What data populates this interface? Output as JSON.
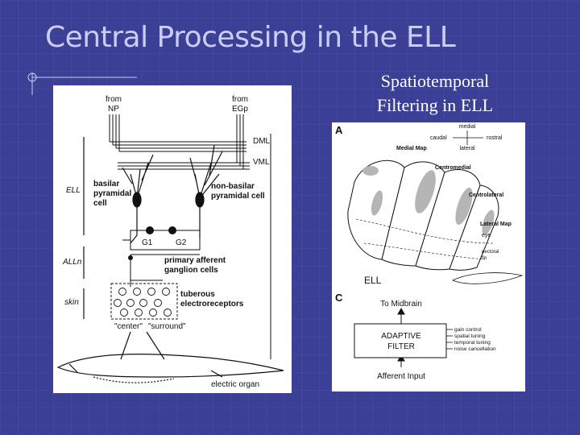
{
  "slide": {
    "title": "Central Processing in the ELL",
    "subtitle_lines": [
      "Spatiotemporal",
      "Filtering in ELL"
    ]
  },
  "colors": {
    "background": "#3b3f95",
    "title": "#c9cdf7"
  },
  "left_figure": {
    "from_np": [
      "from",
      "NP"
    ],
    "from_egp": [
      "from",
      "EGp"
    ],
    "dml": "DML",
    "vml": "VML",
    "ell": "ELL",
    "basilar": [
      "basilar",
      "pyramidal",
      "cell"
    ],
    "non_basilar": [
      "non-basilar",
      "pyramidal cell"
    ],
    "g1": "G1",
    "g2": "G2",
    "alln": "ALLn",
    "primary_afferent": [
      "primary afferent",
      "ganglion cells"
    ],
    "skin": "skin",
    "tuberous": [
      "tuberous",
      "electroreceptors"
    ],
    "center": "\"center\"",
    "surround": "\"surround\"",
    "electric_organ": "electric organ"
  },
  "right_figure": {
    "panel_a": "A",
    "medial": "medial",
    "caudal": "caudal",
    "rostral": "rostral",
    "lateral": "lateral",
    "medial_map": "Medial Map",
    "centromedial": "Centromedial",
    "centrolateral": "Centrolateral",
    "lateral_map": "Lateral Map",
    "eye": "eye",
    "pectoral": [
      "pectoral",
      "fin"
    ],
    "ell": "ELL",
    "panel_c": "C",
    "to_midbrain": "To Midbrain",
    "adaptive_filter": [
      "ADAPTIVE",
      "FILTER"
    ],
    "inputs": [
      "gain control",
      "spatial tuning",
      "temporal tuning",
      "noise cancellation"
    ],
    "afferent_input": "Afferent Input"
  }
}
